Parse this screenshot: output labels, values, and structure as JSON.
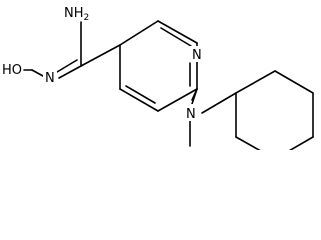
{
  "atoms": {
    "amidine_nh2": {
      "main": "NH",
      "sub": "2"
    },
    "amidine_n": "N",
    "hydroxyl": "HO",
    "ring_n": "N",
    "amine_n": "N"
  }
}
